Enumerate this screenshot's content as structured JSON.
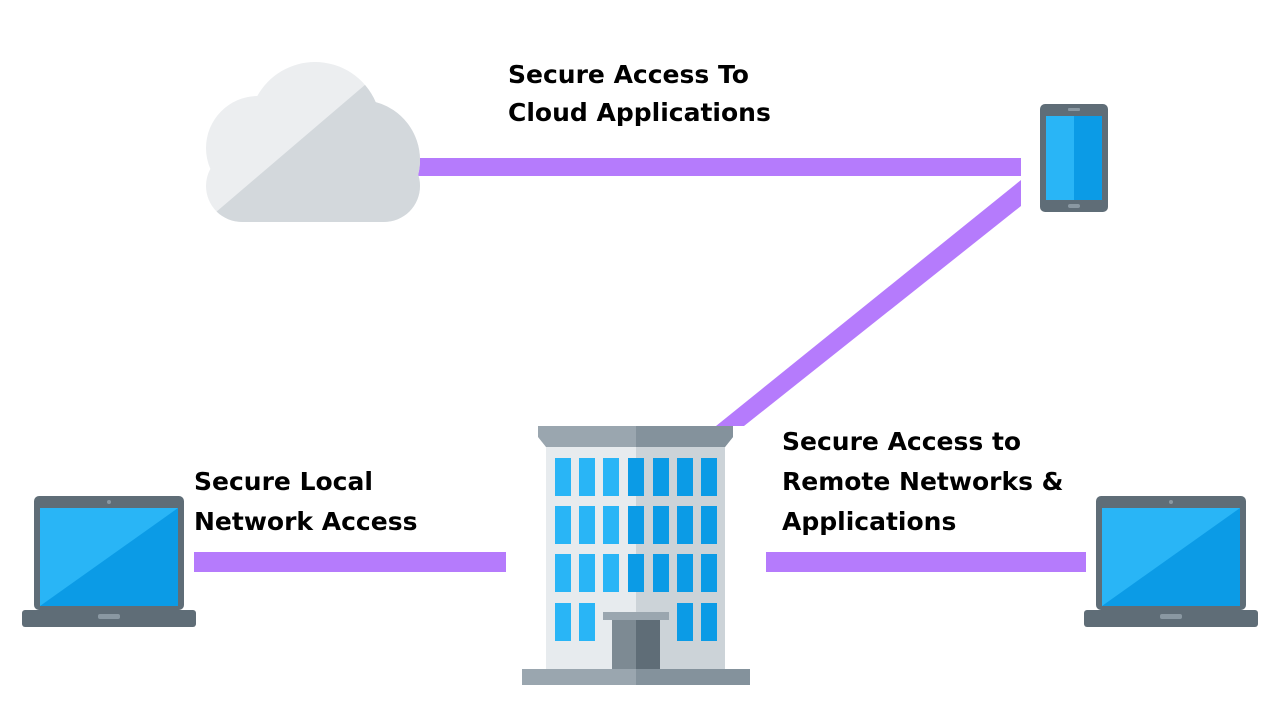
{
  "labels": {
    "cloud_access": [
      "Secure Access To",
      "Cloud Applications"
    ],
    "local_access": [
      "Secure Local",
      "Network Access"
    ],
    "remote_access": [
      "Secure Access to",
      "Remote Networks &",
      "Applications"
    ]
  },
  "colors": {
    "connector": "#B57BFC",
    "cloud_light": "#ECEEF0",
    "cloud_dark": "#D3D8DC",
    "device_frame": "#5F6D77",
    "screen_light": "#29B5F6",
    "screen_dark": "#0B9BE6",
    "building_light": "#E7EBEE",
    "building_dark": "#CCD3D8",
    "building_roof": "#9AA6AF"
  },
  "icons": [
    "cloud-icon",
    "tablet-icon",
    "office-building-icon",
    "laptop-icon"
  ]
}
